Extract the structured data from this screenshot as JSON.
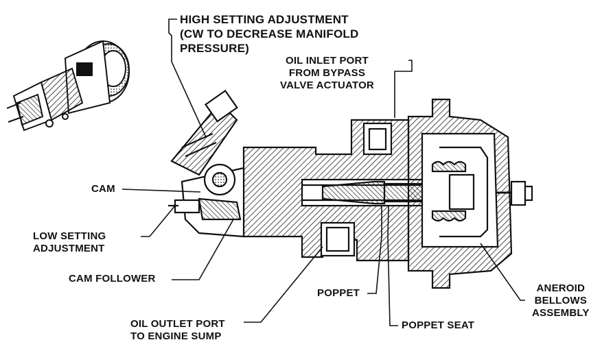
{
  "labels": {
    "high_setting": [
      "HIGH SETTING ADJUSTMENT",
      "(CW TO DECREASE MANIFOLD",
      "PRESSURE)"
    ],
    "oil_inlet": [
      "OIL INLET PORT",
      "FROM BYPASS",
      "VALVE ACTUATOR"
    ],
    "cam": "CAM",
    "low_setting": [
      "LOW SETTING",
      "ADJUSTMENT"
    ],
    "cam_follower": "CAM FOLLOWER",
    "poppet": "POPPET",
    "poppet_seat": "POPPET SEAT",
    "aneroid": [
      "ANEROID",
      "BELLOWS",
      "ASSEMBLY"
    ],
    "oil_outlet": [
      "OIL OUTLET PORT",
      "TO ENGINE SUMP"
    ]
  },
  "colors": {
    "ink": "#111111",
    "hatch": "#222222",
    "paper": "#ffffff"
  }
}
